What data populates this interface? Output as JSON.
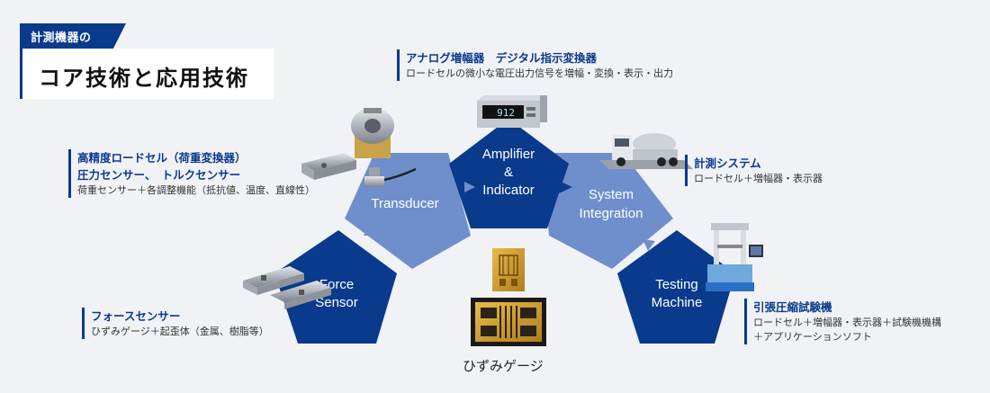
{
  "title": {
    "small": "計測機器の",
    "main": "コア技術と応用技術"
  },
  "notes": {
    "amplifier": {
      "head": "アナログ増幅器　デジタル指示変換器",
      "sub": "ロードセルの微小な電圧出力信号を増幅・変換・表示・出力"
    },
    "transducer": {
      "head1": "高精度ロードセル（荷重変換器）",
      "head2": "圧力センサー、　トルクセンサー",
      "sub": "荷重センサー＋各調整機能（抵抗値、温度、直線性）"
    },
    "system": {
      "head": "計測システム",
      "sub": "ロードセル＋増幅器・表示器"
    },
    "force": {
      "head": "フォースセンサー",
      "sub": "ひずみゲージ＋起歪体（金属、樹脂等）"
    },
    "testing": {
      "head": "引張圧縮試験機",
      "sub1": "ロードセル＋増幅器・表示器＋試験機機構",
      "sub2": "＋アプリケーションソフト"
    }
  },
  "nodes": {
    "force_sensor": {
      "line1": "Force",
      "line2": "Sensor"
    },
    "transducer": {
      "line1": "Transducer"
    },
    "amplifier": {
      "line1": "Amplifier",
      "line2": "&",
      "line3": "Indicator"
    },
    "system": {
      "line1": "System",
      "line2": "Integration"
    },
    "testing": {
      "line1": "Testing",
      "line2": "Machine"
    }
  },
  "display_readout": "912",
  "caption": "ひずみゲージ",
  "colors": {
    "dark_blue": "#0a3a8c",
    "light_blue": "#6f8fcc",
    "background": "#f1f2f6"
  }
}
